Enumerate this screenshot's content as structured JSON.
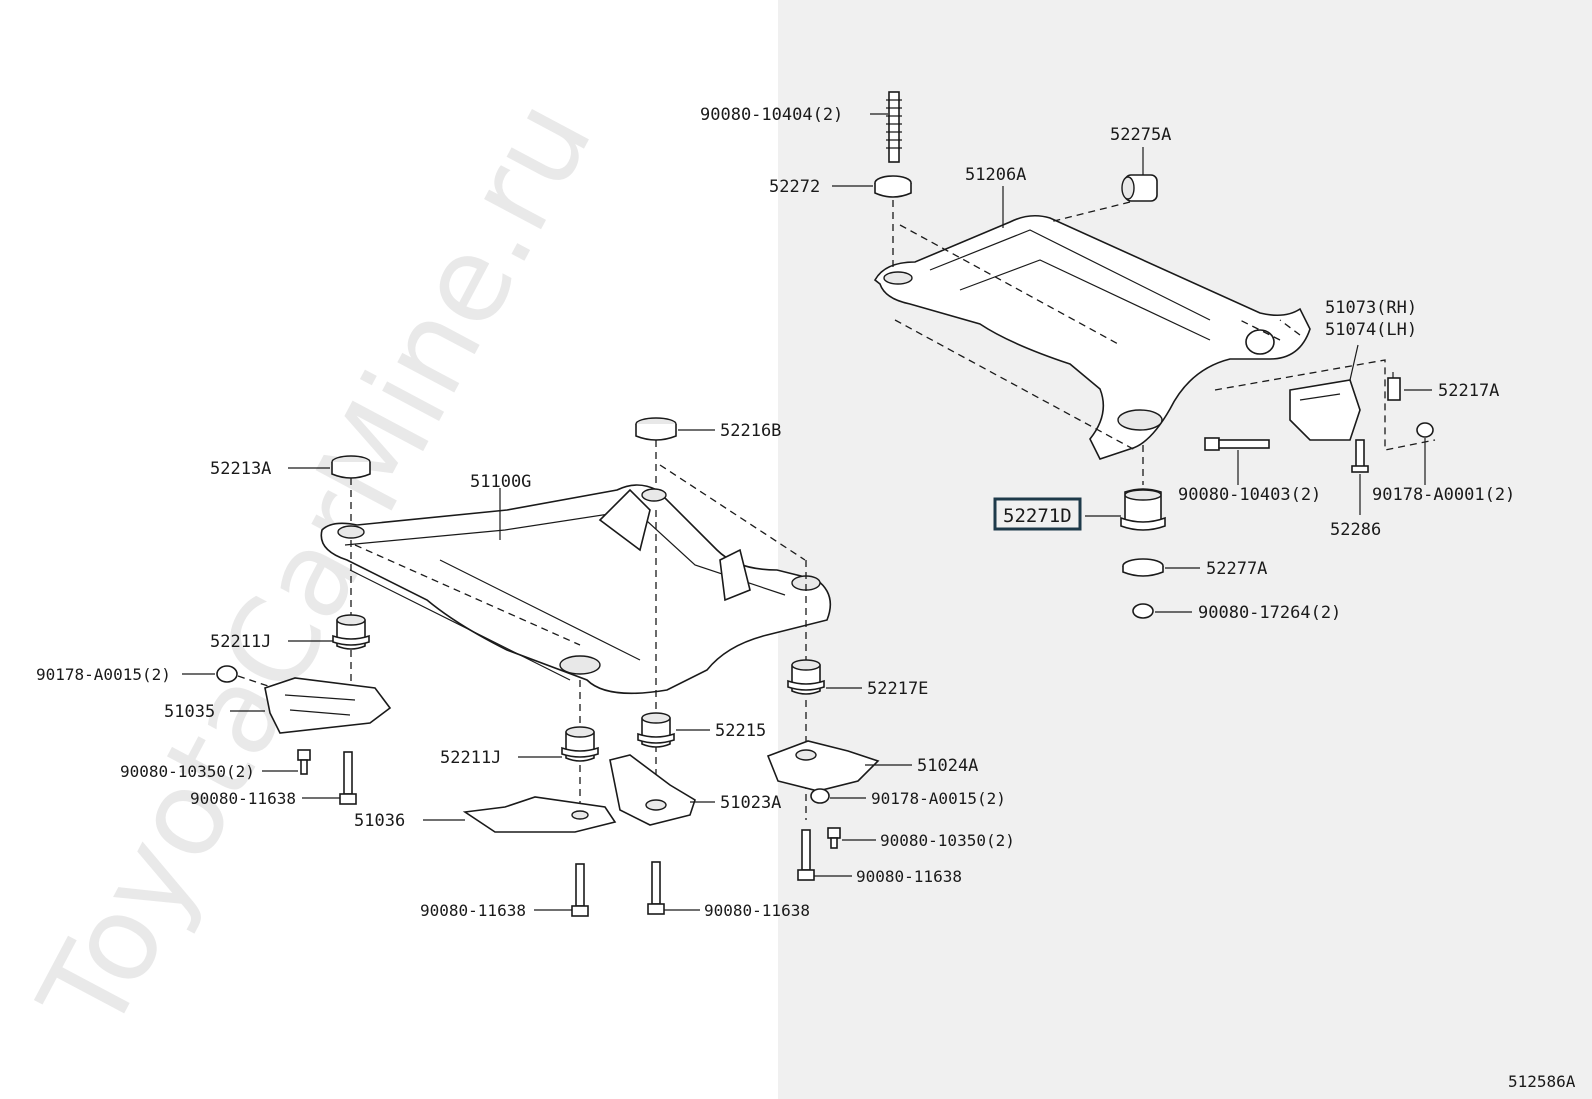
{
  "watermark": "ToyotaCarMine.ru",
  "diagram_code": "512586A",
  "highlighted_part": "52271D",
  "labels": {
    "p90080_10404": "90080-10404(2)",
    "p52275A": "52275A",
    "p52272": "52272",
    "p51206A": "51206A",
    "p51073": "51073(RH)",
    "p51074": "51074(LH)",
    "p52217A": "52217A",
    "p90080_10403": "90080-10403(2)",
    "p90178_A0001": "90178-A0001(2)",
    "p52286": "52286",
    "p52271D": "52271D",
    "p52277A": "52277A",
    "p90080_17264": "90080-17264(2)",
    "p52216B": "52216B",
    "p52213A": "52213A",
    "p51100G": "51100G",
    "p52211J_a": "52211J",
    "p90178_A0015_a": "90178-A0015(2)",
    "p51035": "51035",
    "p90080_10350_a": "90080-10350(2)",
    "p90080_11638_a": "90080-11638",
    "p51036": "51036",
    "p90080_11638_b": "90080-11638",
    "p52211J_b": "52211J",
    "p52215": "52215",
    "p51023A": "51023A",
    "p90080_11638_c": "90080-11638",
    "p52217E": "52217E",
    "p51024A": "51024A",
    "p90178_A0015_b": "90178-A0015(2)",
    "p90080_10350_b": "90080-10350(2)",
    "p90080_11638_d": "90080-11638"
  }
}
